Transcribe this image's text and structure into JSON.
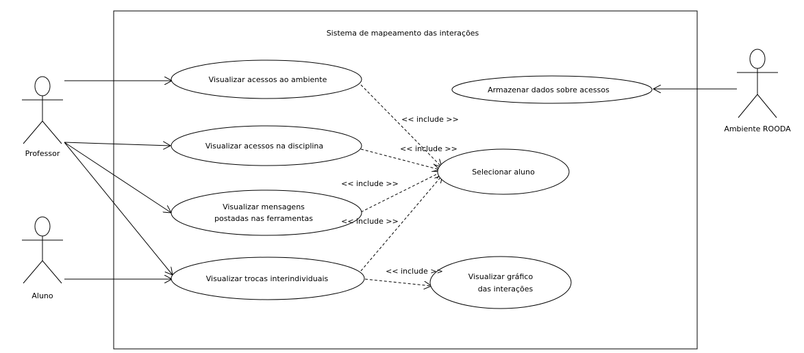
{
  "system": {
    "title": "Sistema de mapeamento das interações"
  },
  "actors": {
    "professor": "Professor",
    "aluno": "Aluno",
    "ambiente": "Ambiente ROODA"
  },
  "use_cases": {
    "acessos_ambiente": "Visualizar acessos ao ambiente",
    "acessos_disciplina": "Visualizar acessos na disciplina",
    "mensagens_1": "Visualizar mensagens",
    "mensagens_2": "postadas nas ferramentas",
    "trocas": "Visualizar trocas interindividuais",
    "armazenar": "Armazenar dados sobre acessos",
    "selecionar": "Selecionar aluno",
    "grafico_1": "Visualizar gráfico",
    "grafico_2": "das interações"
  },
  "relations": {
    "include_1": "<< include >>",
    "include_2": "<< include >>",
    "include_3": "<< include >>",
    "include_4": "<< include >>",
    "include_5": "<< include >>"
  }
}
